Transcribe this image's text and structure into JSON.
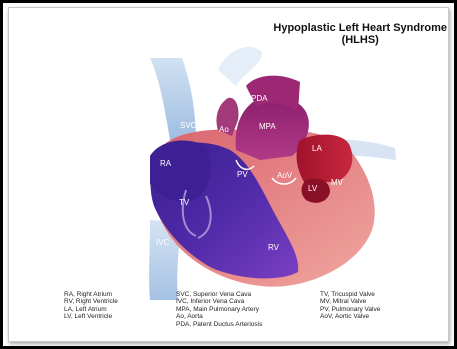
{
  "title": {
    "line1": "Hypoplastic Left Heart Syndrome",
    "line2": "(HLHS)"
  },
  "labels": {
    "pda": "PDA",
    "svc": "SVC",
    "ao": "Ao",
    "mpa": "MPA",
    "la": "LA",
    "ra": "RA",
    "pv": "PV",
    "aov": "AoV",
    "lv": "LV",
    "mv": "MV",
    "tv": "TV",
    "ivc": "IVC",
    "rv": "RV"
  },
  "legend": {
    "col1": [
      "RA, Right Atrium",
      "RV, Right Ventricle",
      "LA, Left Atrium",
      "LV, Left Ventricle"
    ],
    "col2": [
      "SVC, Superior Vena Cava",
      "IVC, Inferior Vena Cava",
      "MPA, Main Pulmonary Artery",
      "Ao, Aorta",
      "PDA, Patent Ductus Arteriosis"
    ],
    "col3": [
      "TV, Tricuspid Valve",
      "MV, Mitral Valve",
      "PV, Pulmonary Valve",
      "AoV, Aortic Valve"
    ]
  }
}
